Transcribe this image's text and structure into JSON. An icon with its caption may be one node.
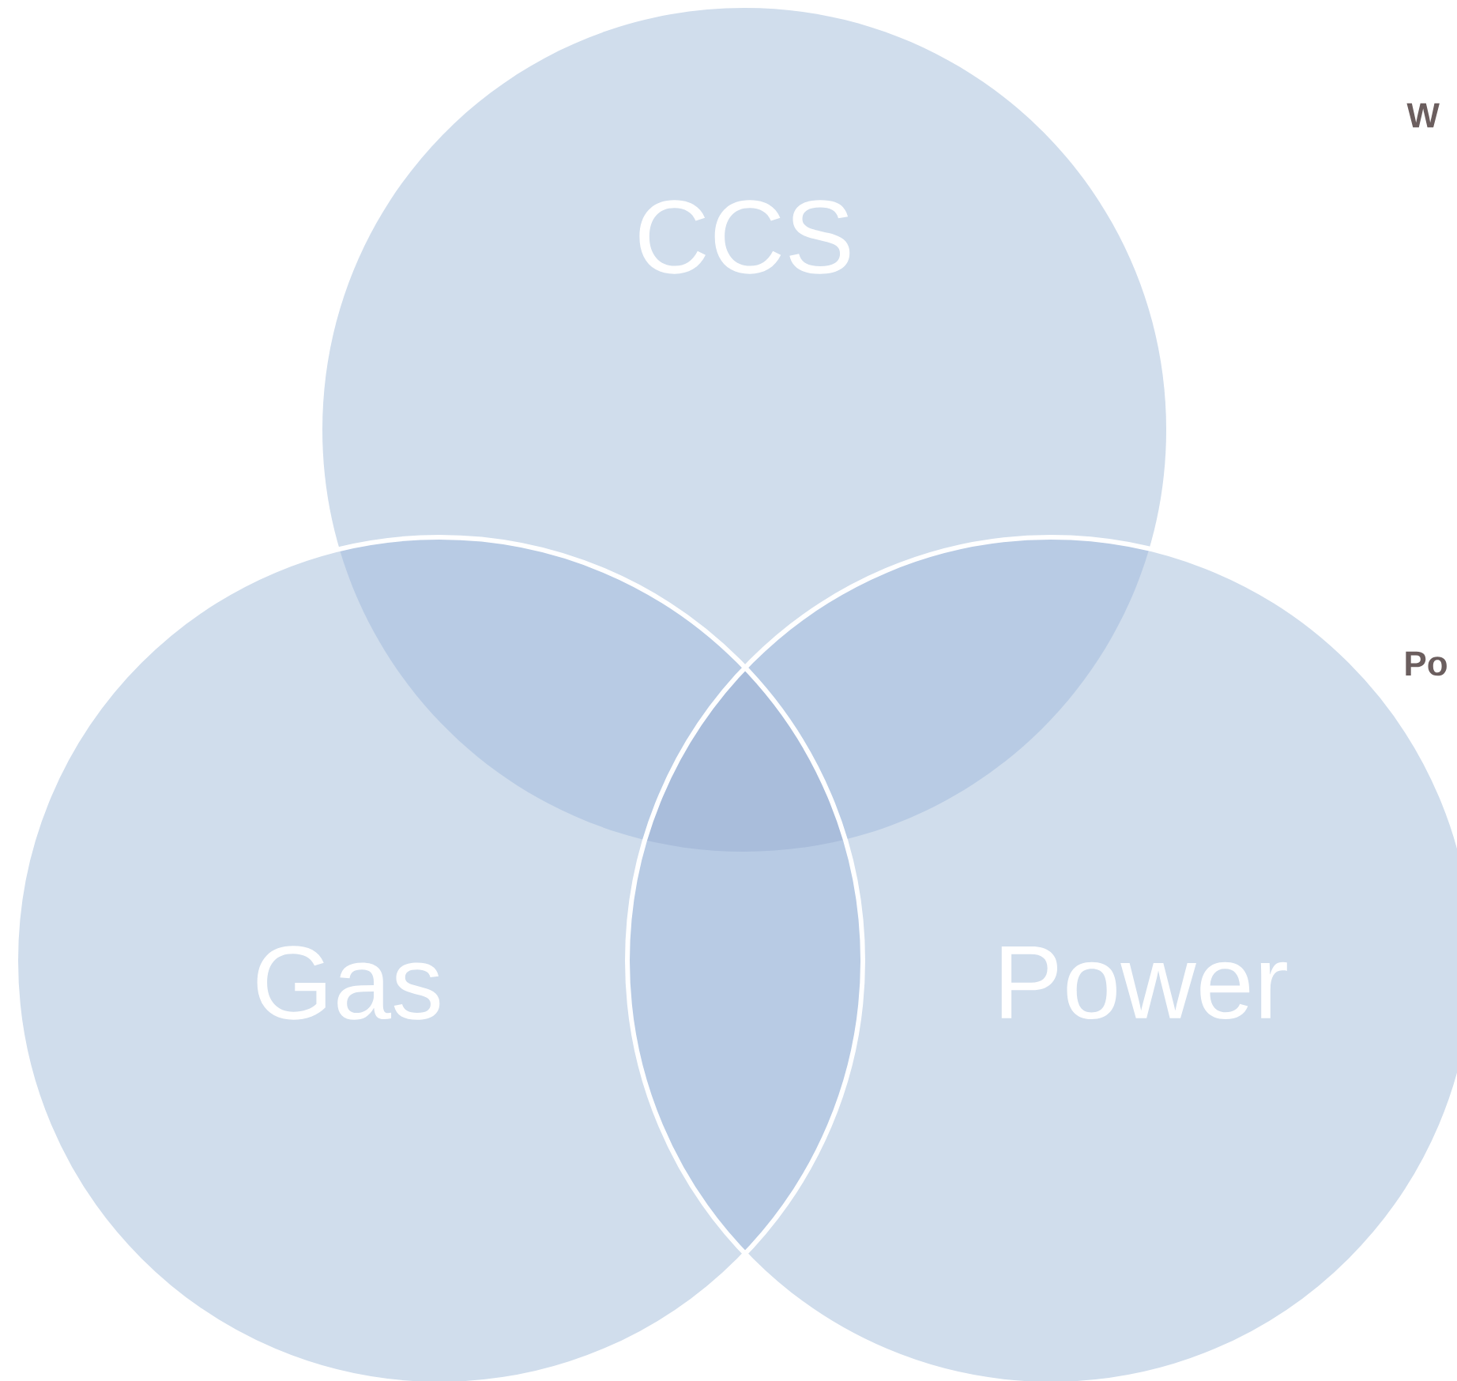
{
  "diagram": {
    "nodes": [
      {
        "text": [
          "CCS"
        ]
      },
      {
        "text": [
          "Gas"
        ]
      },
      {
        "text": [
          "Power"
        ]
      }
    ],
    "labels": [
      "W",
      "Po"
    ]
  }
}
